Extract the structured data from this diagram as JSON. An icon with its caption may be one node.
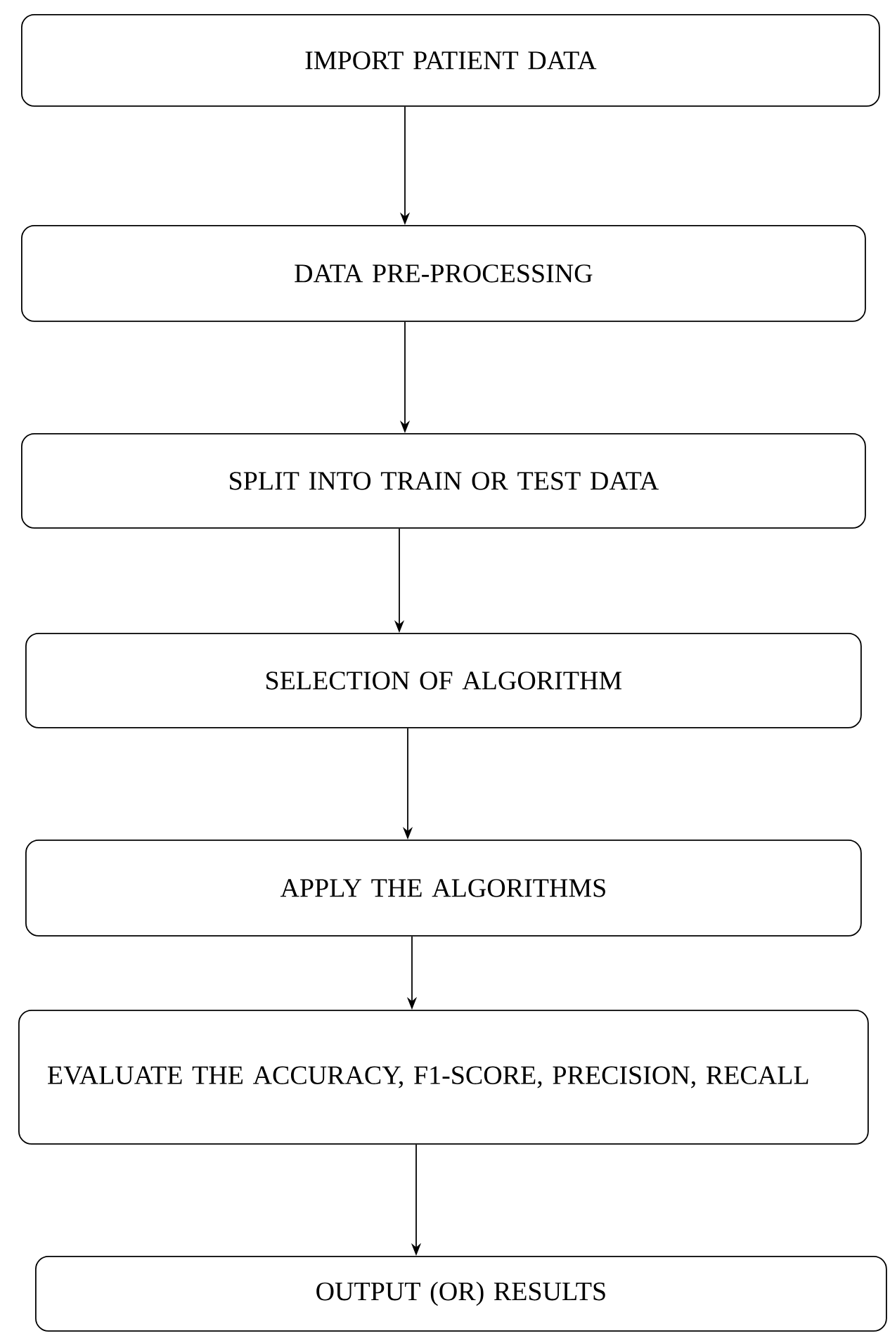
{
  "diagram": {
    "nodes": [
      {
        "text": [
          "IMPORT PATIENT DATA"
        ]
      },
      {
        "text": [
          "DATA PRE-PROCESSING"
        ]
      },
      {
        "text": [
          "SPLIT INTO TRAIN OR TEST DATA"
        ]
      },
      {
        "text": [
          "SELECTION OF ALGORITHM"
        ]
      },
      {
        "text": [
          "APPLY THE ALGORITHMS"
        ]
      },
      {
        "text": [
          "EVALUATE THE ACCURACY, F1-SCORE, PRECISION, RECALL"
        ]
      },
      {
        "text": [
          "OUTPUT (OR) RESULTS"
        ]
      }
    ],
    "edges": [
      {
        "from": 0,
        "to": 1,
        "arrow": "to"
      },
      {
        "from": 1,
        "to": 2,
        "arrow": "to"
      },
      {
        "from": 2,
        "to": 3,
        "arrow": "to"
      },
      {
        "from": 3,
        "to": 4,
        "arrow": "to"
      },
      {
        "from": 4,
        "to": 5,
        "arrow": "to"
      },
      {
        "from": 5,
        "to": 6,
        "arrow": "to"
      }
    ]
  }
}
